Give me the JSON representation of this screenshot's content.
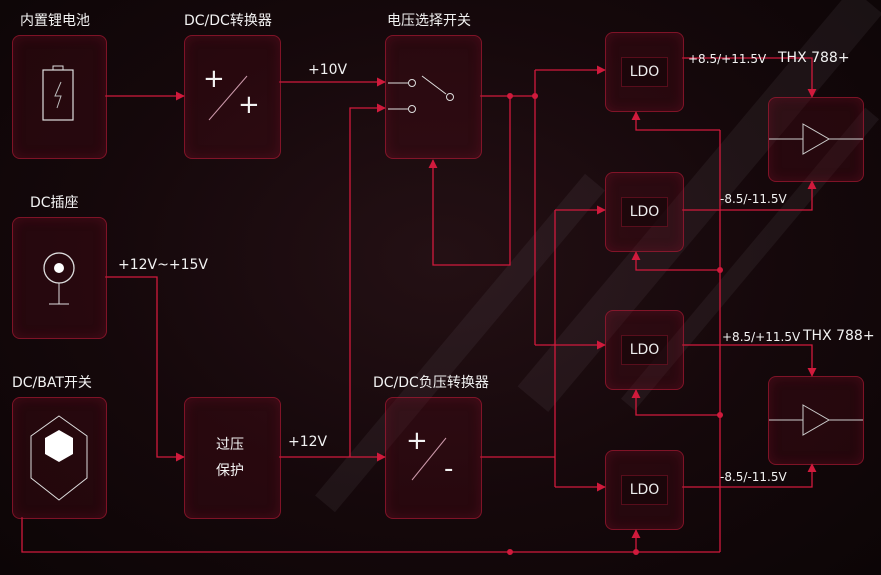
{
  "title_labels": {
    "battery": "内置锂电池",
    "dcdc": "DC/DC转换器",
    "switch": "电压选择开关",
    "dc_jack": "DC插座",
    "dcbat_switch": "DC/BAT开关",
    "neg_dcdc": "DC/DC负压转换器",
    "thx1": "THX 788+",
    "thx2": "THX 788+"
  },
  "block_text": {
    "ovp_line1": "过压",
    "ovp_line2": "保护",
    "dcdc_plus1": "+",
    "dcdc_plus2": "+",
    "neg_plus": "+",
    "neg_minus": "-",
    "ldo": [
      "LDO",
      "LDO",
      "LDO",
      "LDO"
    ]
  },
  "voltages": {
    "v10": "+10V",
    "v12_15": "+12V~+15V",
    "v12": "+12V",
    "ldo1_out": "+8.5/+11.5V",
    "ldo2_out": "-8.5/-11.5V",
    "ldo3_out": "+8.5/+11.5V",
    "ldo4_out": "-8.5/-11.5V"
  },
  "colors": {
    "wire": "#d01a3c",
    "box_border": "#c81e3c",
    "background": "#110709"
  }
}
